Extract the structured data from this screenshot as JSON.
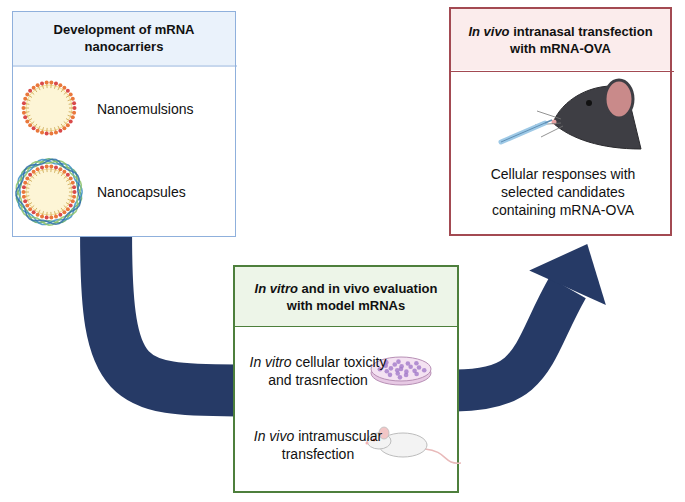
{
  "diagram": {
    "nodes": [
      {
        "text": [
          "Development of mRNA nanocarriers",
          "Nanoemulsions",
          "Nanocapsules"
        ]
      },
      {
        "text": [
          "In vitro and in vivo evaluation with model mRNAs",
          "In vitro cellular toxicity and trasnfection",
          "In vivo intramuscular transfection"
        ]
      },
      {
        "text": [
          "In vivo intranasal transfection with mRNA-OVA",
          "Cellular responses with selected candidates containing mRNA-OVA"
        ]
      }
    ],
    "edges": [
      {
        "from": 0,
        "to": 1,
        "arrow": "none"
      },
      {
        "from": 1,
        "to": 2,
        "arrow": "to"
      }
    ]
  }
}
